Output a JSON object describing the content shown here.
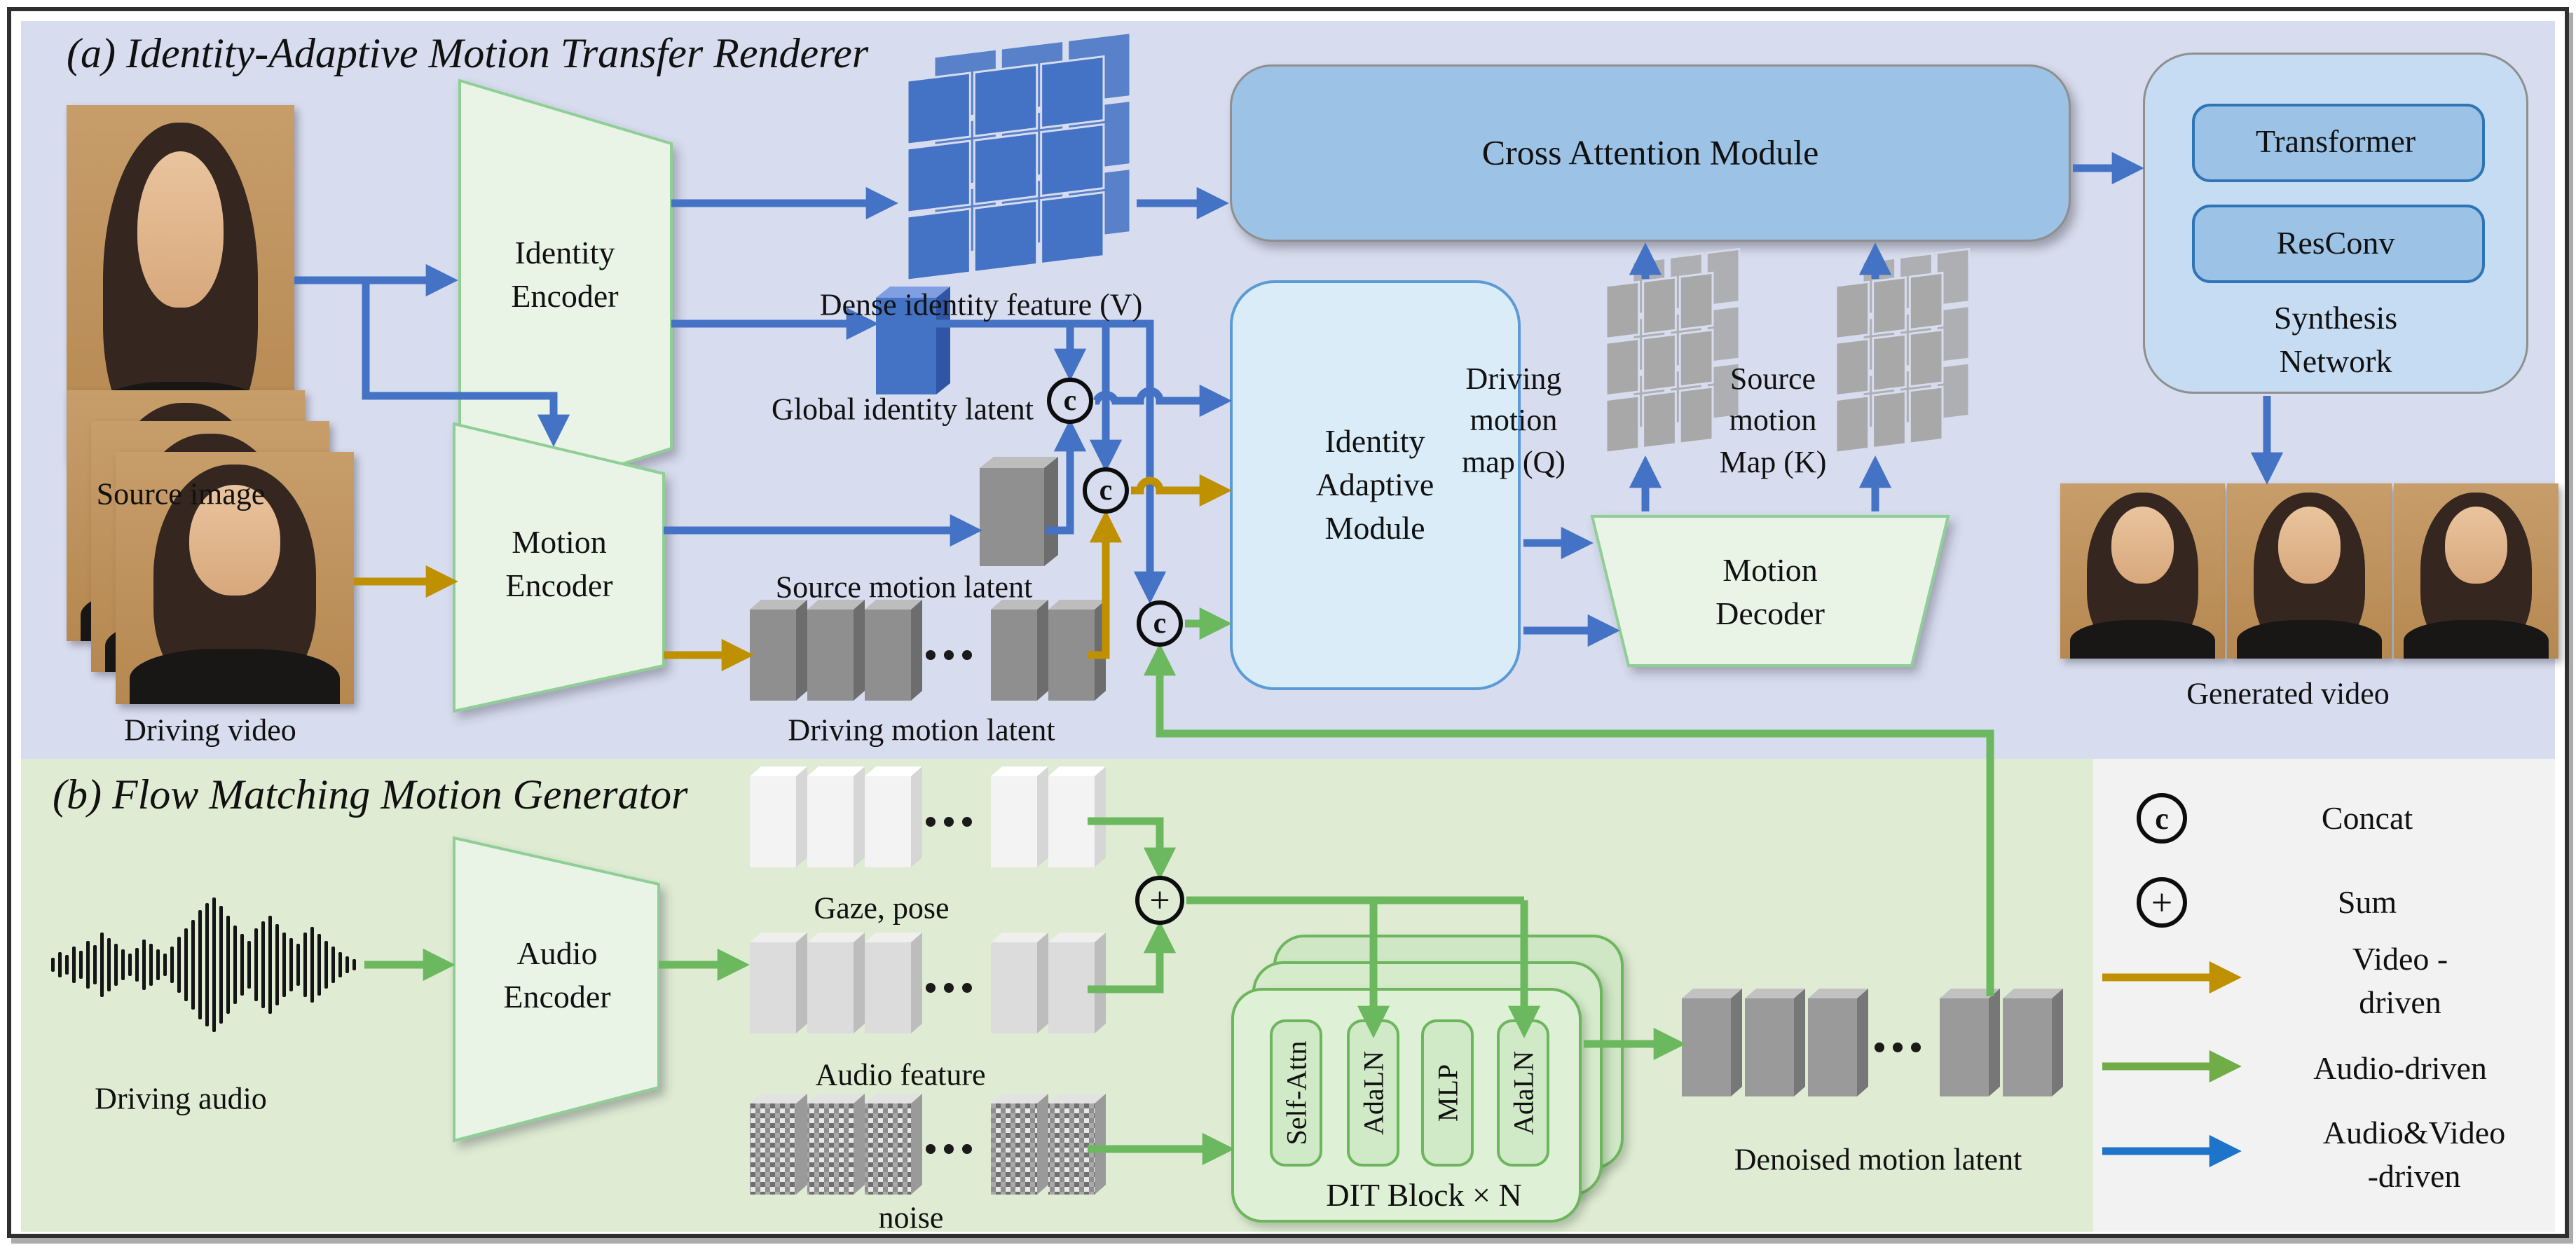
{
  "panel_a": {
    "title": "(a) Identity-Adaptive Motion Transfer Renderer",
    "source_image_label": "Source image",
    "driving_video_label": "Driving video",
    "identity_encoder": "Identity\nEncoder",
    "motion_encoder": "Motion\nEncoder",
    "dense_identity_feature": "Dense identity feature (V)",
    "global_identity_latent": "Global identity latent",
    "source_motion_latent": "Source motion latent",
    "driving_motion_latent": "Driving motion latent",
    "concat_symbol": "c",
    "cross_attention_module": "Cross Attention Module",
    "identity_adaptive_module": "Identity\nAdaptive\nModule",
    "driving_motion_map": "Driving\nmotion\nmap (Q)",
    "source_motion_map": "Source\nmotion\nMap (K)",
    "motion_decoder": "Motion\nDecoder",
    "transformer": "Transformer",
    "resconv": "ResConv",
    "synthesis_network": "Synthesis Network",
    "generated_video_label": "Generated video"
  },
  "panel_b": {
    "title": "(b) Flow Matching Motion Generator",
    "driving_audio_label": "Driving audio",
    "audio_encoder": "Audio\nEncoder",
    "gaze_pose_label": "Gaze, pose",
    "audio_feature_label": "Audio feature",
    "noise_label": "noise",
    "sum_symbol": "+",
    "dit_block_label": "DIT Block × N",
    "dit_boxes": [
      "Self-Attn",
      "AdaLN",
      "MLP",
      "AdaLN"
    ],
    "denoised_motion_latent": "Denoised motion latent"
  },
  "legend": {
    "concat": {
      "symbol": "c",
      "label": "Concat"
    },
    "sum": {
      "symbol": "+",
      "label": "Sum"
    },
    "video_driven": {
      "label": "Video -driven",
      "color": "#bf9000"
    },
    "audio_driven": {
      "label": "Audio-driven",
      "color": "#70ad47"
    },
    "audio_video_driven": {
      "label": "Audio&Video -driven",
      "color": "#1e74c8"
    }
  }
}
